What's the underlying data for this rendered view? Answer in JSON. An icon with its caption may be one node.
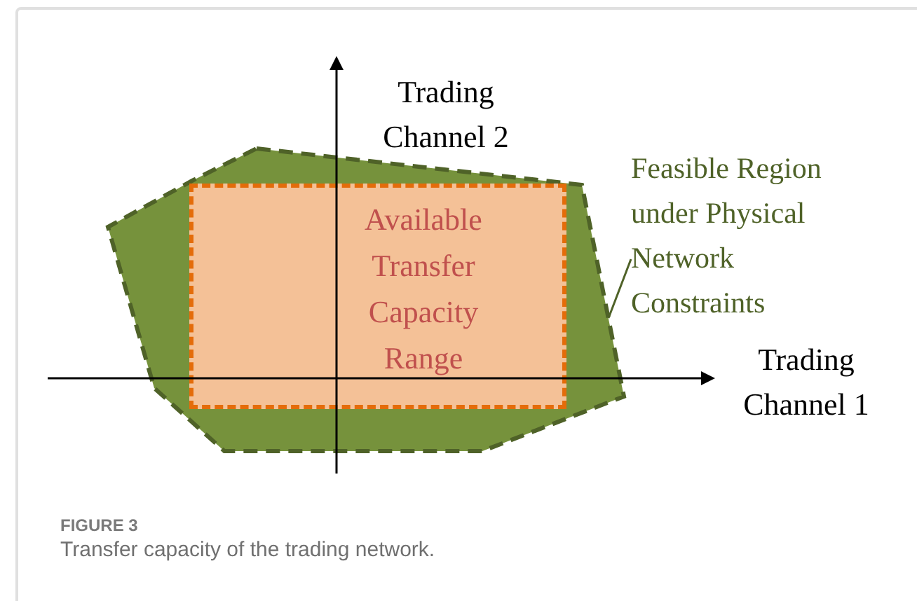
{
  "diagram": {
    "title": "FIGURE 3",
    "caption": "Transfer capacity of the trading network.",
    "nodes": [
      {
        "text": [],
        "shape": "polygon"
      },
      {
        "text": [
          "Available Transfer Capacity Range"
        ],
        "in": 0
      },
      {
        "text": [
          "Feasible Region under Physical Network Constraints"
        ]
      }
    ],
    "edges": [
      {
        "from": 2,
        "to": 0,
        "arrow": "none"
      }
    ],
    "labels": [
      "Trading Channel 2",
      "Trading Channel 1"
    ]
  }
}
